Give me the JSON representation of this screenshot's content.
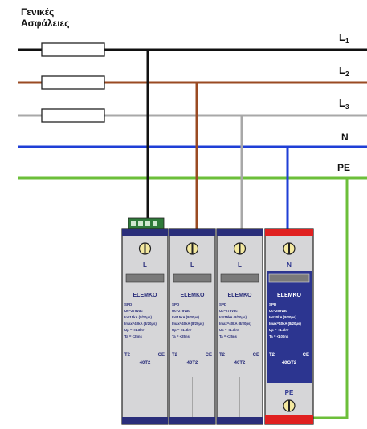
{
  "title_line1": "Γενικές",
  "title_line2": "Ασφάλειες",
  "lines": [
    {
      "label": "L",
      "sub": "1",
      "color": "#111111"
    },
    {
      "label": "L",
      "sub": "2",
      "color": "#9a4a22"
    },
    {
      "label": "L",
      "sub": "3",
      "color": "#a8a8a8"
    },
    {
      "label": "N",
      "sub": "",
      "color": "#1f3fd6"
    },
    {
      "label": "PE",
      "sub": "",
      "color": "#6cbf3a"
    }
  ],
  "modules": [
    {
      "terminal": "L",
      "brand": "ELEMKO",
      "type": "SPD",
      "specs": [
        "Uc=275Vac",
        "In=15kA (8/20μs)",
        "Imax=40kA (8/20μs)",
        "Up = <1.3kV",
        "Ta = <25ns"
      ],
      "class": "T2",
      "mark": "CE",
      "model": "40T2"
    },
    {
      "terminal": "L",
      "brand": "ELEMKO",
      "type": "SPD",
      "specs": [
        "Uc=275Vac",
        "In=15kA (8/20μs)",
        "Imax=40kA (8/20μs)",
        "Up = <1.3kV",
        "Ta = <25ns"
      ],
      "class": "T2",
      "mark": "CE",
      "model": "40T2"
    },
    {
      "terminal": "L",
      "brand": "ELEMKO",
      "type": "SPD",
      "specs": [
        "Uc=275Vac",
        "In=15kA (8/20μs)",
        "Imax=40kA (8/20μs)",
        "Up = <1.3kV",
        "Ta = <25ns"
      ],
      "class": "T2",
      "mark": "CE",
      "model": "40T2"
    },
    {
      "terminal": "N",
      "brand": "ELEMKO",
      "type": "SPD",
      "specs": [
        "Uc=255Vac",
        "In=20kA (8/20μs)",
        "Imax=40kA (8/20μs)",
        "Up = <1.5kV",
        "Ta = <100ns"
      ],
      "class": "T2",
      "mark": "CE",
      "model": "40GT2",
      "pe_label": "PE"
    }
  ],
  "colors": {
    "module_grey": "#d6d6d8",
    "module_navy": "#2a2e7a",
    "module_red": "#e02020",
    "npe_blue": "#2c3590",
    "screen": "#7a7a7a"
  }
}
